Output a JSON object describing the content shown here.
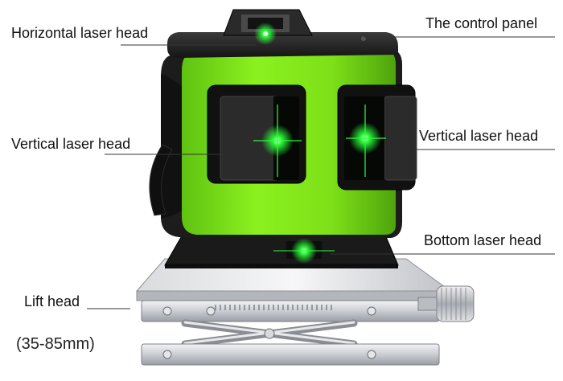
{
  "labels": {
    "horizontal_laser_head": "Horizontal laser head",
    "control_panel": "The control panel",
    "vertical_laser_head_left": "Vertical laser head",
    "vertical_laser_head_right": "Vertical laser head",
    "bottom_laser_head": "Bottom laser head",
    "lift_head": "Lift head",
    "lift_range": "(35-85mm)"
  },
  "colors": {
    "body_green": "#8bf11e",
    "housing_black": "#1c1c1c",
    "laser_green": "#2cff3a",
    "lift_steel": "#c9ccd1"
  }
}
